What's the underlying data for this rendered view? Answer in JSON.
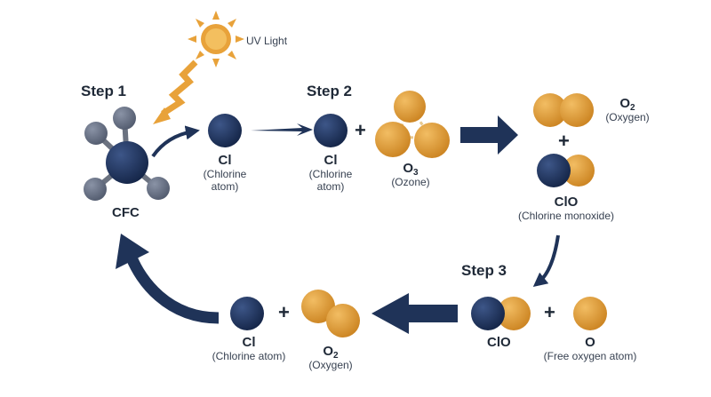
{
  "steps": {
    "step1": "Step 1",
    "step2": "Step 2",
    "step3": "Step 3"
  },
  "uv_label": "UV Light",
  "cfc": {
    "label": "CFC"
  },
  "cl_atom_1": {
    "symbol": "Cl",
    "desc_line1": "(Chlorine",
    "desc_line2": "atom)"
  },
  "cl_atom_2": {
    "symbol": "Cl",
    "desc_line1": "(Chlorine",
    "desc_line2": "atom)"
  },
  "ozone": {
    "symbol": "O",
    "sub": "3",
    "desc": "(Ozone)"
  },
  "oxygen_top": {
    "symbol": "O",
    "sub": "2",
    "desc": "(Oxygen)"
  },
  "clo_top": {
    "symbol": "ClO",
    "desc": "(Chlorine monoxide)"
  },
  "clo_bottom": {
    "symbol": "ClO"
  },
  "free_oxygen": {
    "symbol": "O",
    "desc": "(Free oxygen atom)"
  },
  "oxygen_bottom": {
    "symbol": "O",
    "sub": "2",
    "desc": "(Oxygen)"
  },
  "cl_atom_3": {
    "symbol": "Cl",
    "desc": "(Chlorine atom)"
  },
  "plus": "+",
  "colors": {
    "chlorine": "#1f3358",
    "oxygen": "#e29b35",
    "cfc_outer": "#6b7280",
    "arrow": "#1f3358",
    "uv": "#e8a23a"
  },
  "icons": [
    "sun-icon",
    "lightning-icon"
  ]
}
